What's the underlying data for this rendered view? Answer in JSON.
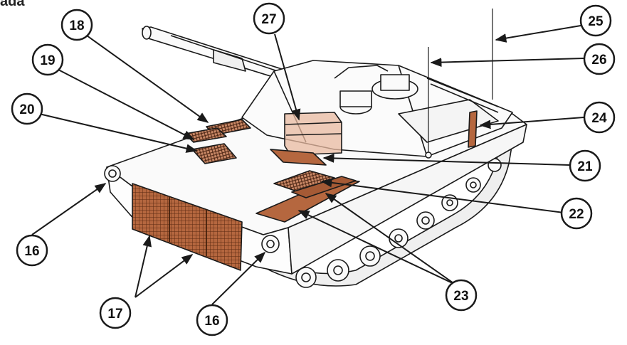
{
  "corner_text": "ada",
  "callouts": [
    {
      "id": "c16a",
      "label": "16"
    },
    {
      "id": "c16b",
      "label": "16"
    },
    {
      "id": "c17",
      "label": "17"
    },
    {
      "id": "c18",
      "label": "18"
    },
    {
      "id": "c19",
      "label": "19"
    },
    {
      "id": "c20",
      "label": "20"
    },
    {
      "id": "c21",
      "label": "21"
    },
    {
      "id": "c22",
      "label": "22"
    },
    {
      "id": "c23",
      "label": "23"
    },
    {
      "id": "c24",
      "label": "24"
    },
    {
      "id": "c25",
      "label": "25"
    },
    {
      "id": "c26",
      "label": "26"
    },
    {
      "id": "c27",
      "label": "27"
    }
  ],
  "colors": {
    "line": "#1a1a1a",
    "highlight": "#b5673f",
    "highlight_light": "#e8b9a0",
    "hull_fill": "#fafafa",
    "callout_fill": "#ffffff"
  }
}
